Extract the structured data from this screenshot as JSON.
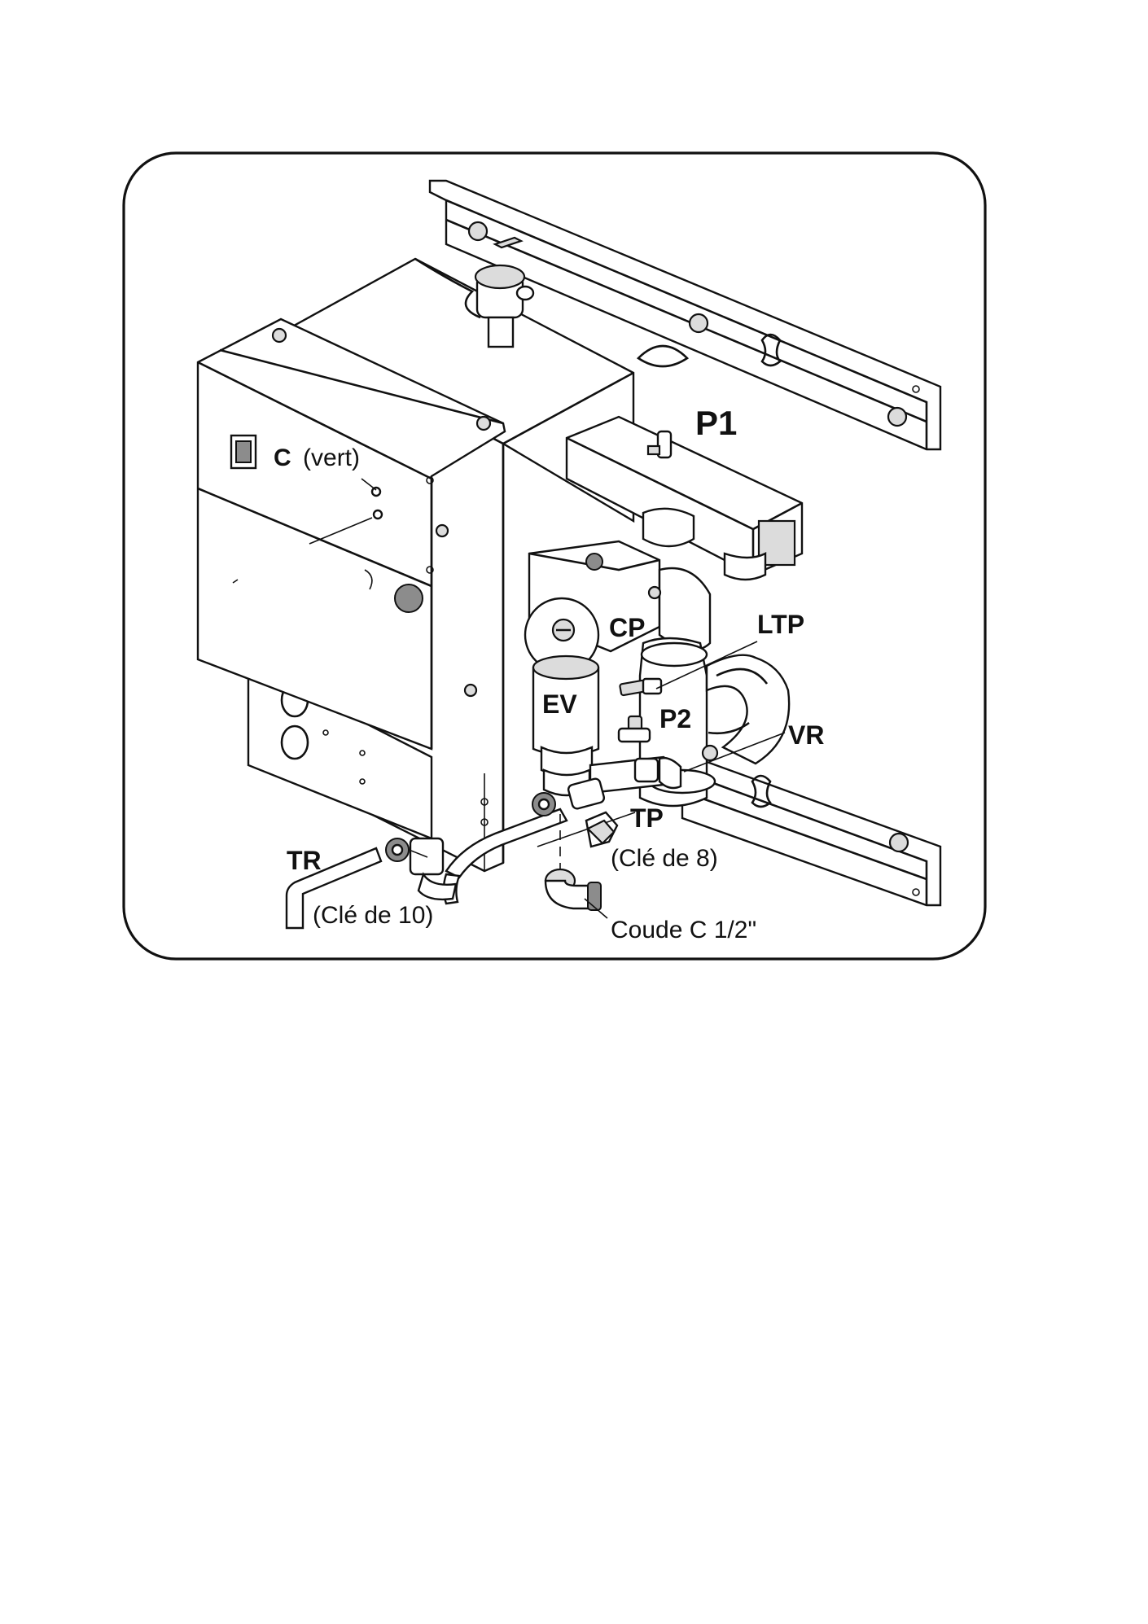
{
  "labels": {
    "p1": "P1",
    "c_letter": "C",
    "c_suffix": "(vert)",
    "cp": "CP",
    "ltp": "LTP",
    "ev": "EV",
    "p2": "P2",
    "vr": "VR",
    "tp": "TP",
    "cle8": "(Clé de 8)",
    "tr": "TR",
    "cle10": "(Clé de 10)",
    "coude": "Coude C 1/2\""
  }
}
